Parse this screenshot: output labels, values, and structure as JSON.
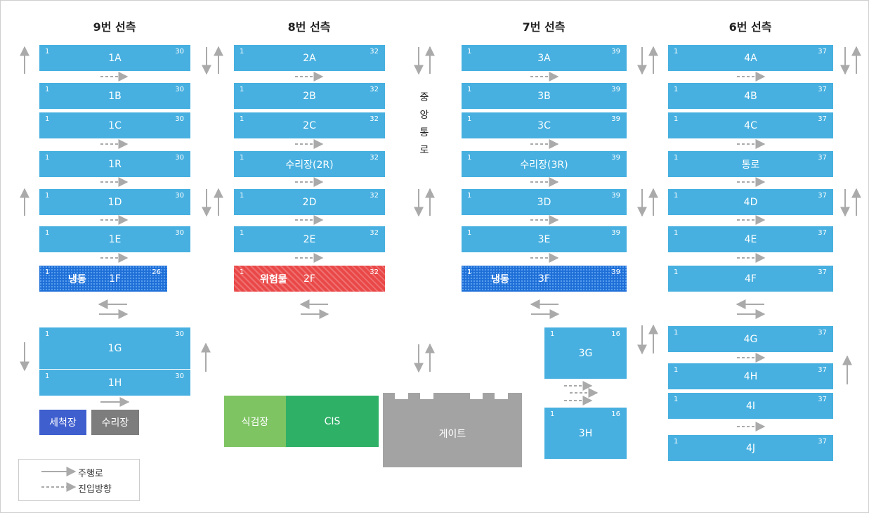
{
  "columns": [
    {
      "title": "9번 선측"
    },
    {
      "title": "8번 선측"
    },
    {
      "title": "7번 선측"
    },
    {
      "title": "6번 선측"
    }
  ],
  "central_road": {
    "chars": [
      "중",
      "앙",
      "통",
      "로"
    ]
  },
  "column_9": {
    "slots": [
      {
        "label": "1A",
        "start": "1",
        "end": "30"
      },
      {
        "label": "1B",
        "start": "1",
        "end": "30"
      },
      {
        "label": "1C",
        "start": "1",
        "end": "30"
      },
      {
        "label": "1R",
        "start": "1",
        "end": "30"
      },
      {
        "label": "1D",
        "start": "1",
        "end": "30"
      },
      {
        "label": "1E",
        "start": "1",
        "end": "30"
      },
      {
        "label": "1F",
        "start": "1",
        "end": "26",
        "tag": "냉동"
      },
      {
        "label": "1G",
        "start": "1",
        "end": "30"
      },
      {
        "label": "1H",
        "start": "1",
        "end": "30"
      }
    ]
  },
  "column_8": {
    "slots": [
      {
        "label": "2A",
        "start": "1",
        "end": "32"
      },
      {
        "label": "2B",
        "start": "1",
        "end": "32"
      },
      {
        "label": "2C",
        "start": "1",
        "end": "32"
      },
      {
        "label": "수리장(2R)",
        "start": "1",
        "end": "32"
      },
      {
        "label": "2D",
        "start": "1",
        "end": "32"
      },
      {
        "label": "2E",
        "start": "1",
        "end": "32"
      },
      {
        "label": "2F",
        "start": "1",
        "end": "32",
        "tag": "위험물"
      }
    ]
  },
  "column_7": {
    "slots": [
      {
        "label": "3A",
        "start": "1",
        "end": "39"
      },
      {
        "label": "3B",
        "start": "1",
        "end": "39"
      },
      {
        "label": "3C",
        "start": "1",
        "end": "39"
      },
      {
        "label": "수리장(3R)",
        "start": "1",
        "end": "39"
      },
      {
        "label": "3D",
        "start": "1",
        "end": "39"
      },
      {
        "label": "3E",
        "start": "1",
        "end": "39"
      },
      {
        "label": "3F",
        "start": "1",
        "end": "39",
        "tag": "냉동"
      },
      {
        "label": "3G",
        "start": "1",
        "end": "16"
      },
      {
        "label": "3H",
        "start": "1",
        "end": "16"
      }
    ]
  },
  "column_6": {
    "slots": [
      {
        "label": "4A",
        "start": "1",
        "end": "37"
      },
      {
        "label": "4B",
        "start": "1",
        "end": "37"
      },
      {
        "label": "4C",
        "start": "1",
        "end": "37"
      },
      {
        "label": "통로",
        "start": "1",
        "end": "37"
      },
      {
        "label": "4D",
        "start": "1",
        "end": "37"
      },
      {
        "label": "4E",
        "start": "1",
        "end": "37"
      },
      {
        "label": "4F",
        "start": "1",
        "end": "37"
      },
      {
        "label": "4G",
        "start": "1",
        "end": "37"
      },
      {
        "label": "4H",
        "start": "1",
        "end": "37"
      },
      {
        "label": "4I",
        "start": "1",
        "end": "37"
      },
      {
        "label": "4J",
        "start": "1",
        "end": "37"
      }
    ]
  },
  "facilities": {
    "wash": "세척장",
    "repair": "수리장",
    "inspection": "식검장",
    "cis": "CIS",
    "gate": "게이트"
  },
  "legend": {
    "road": "주행로",
    "entry": "진입방향"
  },
  "colors": {
    "slot": "#47b0e0",
    "freeze": "#1f6fd8",
    "hazard": "#ea4848",
    "wash": "#3f5fcf",
    "repair": "#7d7d7d",
    "inspection": "#7ec463",
    "cis": "#2fb067",
    "gate": "#a3a3a3",
    "arrow": "#aaaaaa"
  }
}
